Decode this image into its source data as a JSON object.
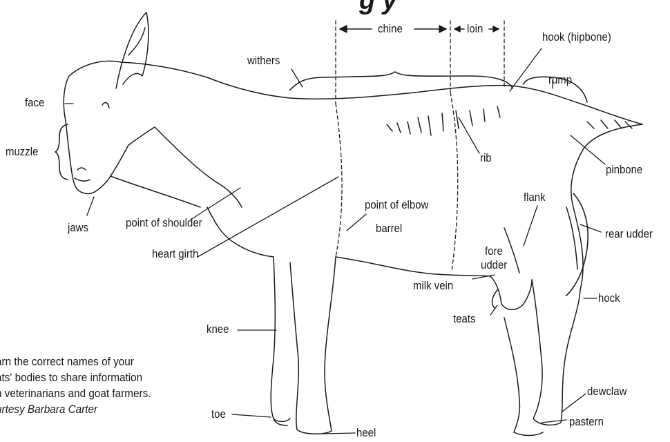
{
  "title": "g        y",
  "labels": {
    "chine": "chine",
    "loin": "loin",
    "hook": "hook (hipbone)",
    "withers": "withers",
    "rump": "rump",
    "face": "face",
    "muzzle": "muzzle",
    "rib": "rib",
    "pinbone": "pinbone",
    "jaws": "jaws",
    "point_of_shoulder": "point of shoulder",
    "point_of_elbow": "point of elbow",
    "flank": "flank",
    "barrel": "barrel",
    "rear_udder": "rear udder",
    "fore_udder_1": "fore",
    "fore_udder_2": "udder",
    "heart_girth": "heart girth",
    "milk_vein": "milk vein",
    "hock": "hock",
    "teats": "teats",
    "knee": "knee",
    "dewclaw": "dewclaw",
    "toe": "toe",
    "pastern": "pastern",
    "heel": "heel"
  },
  "caption": {
    "line1": "arn the correct names of your",
    "line2": "ats' bodies to share information",
    "line3": "h veterinarians and goat farmers.",
    "credit": "urtesy Barbara Carter"
  }
}
